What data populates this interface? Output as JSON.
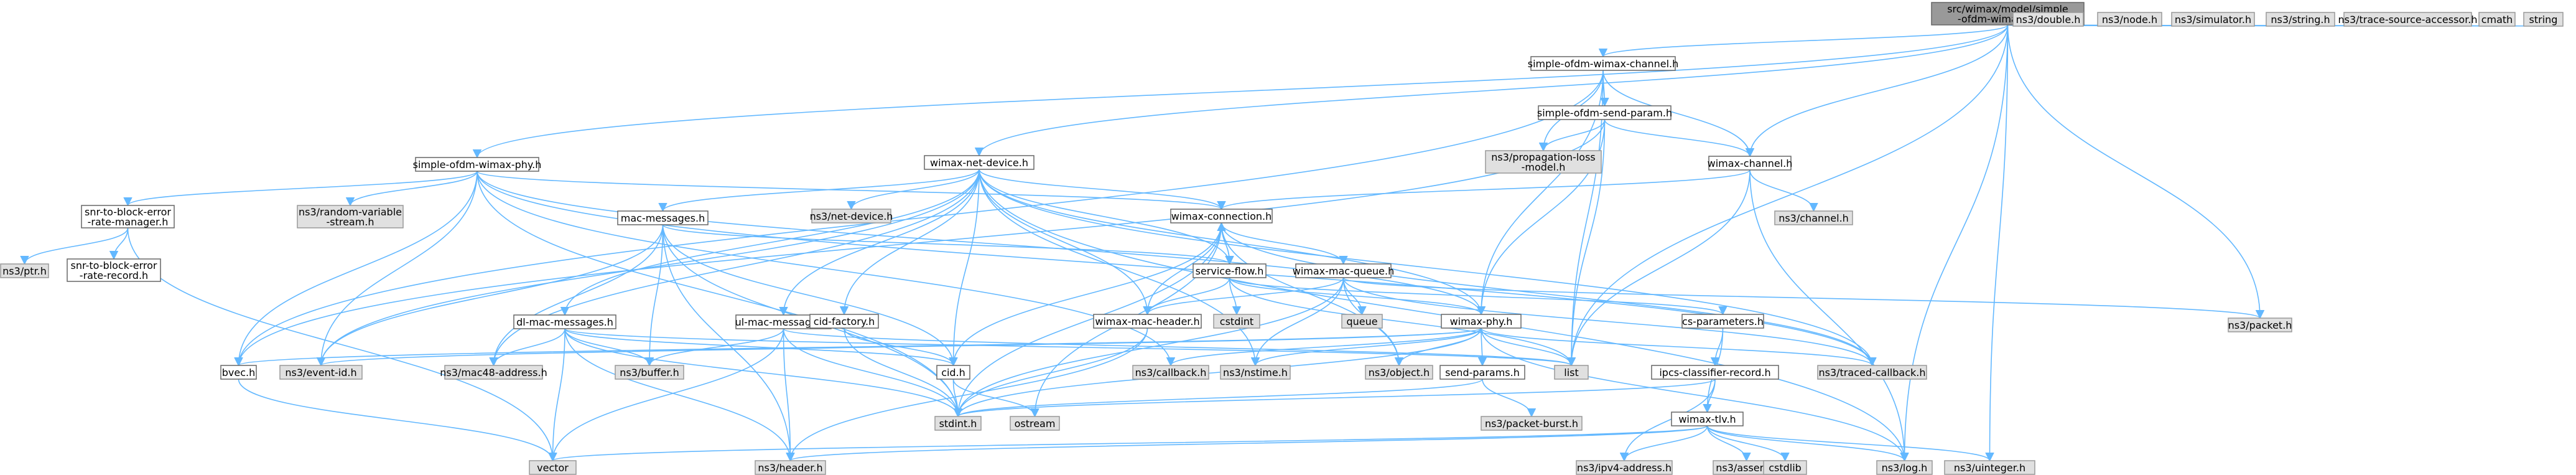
{
  "colors": {
    "edge": "#63b8ff",
    "root_fill": "#999999",
    "external_fill": "#e0e0e0",
    "local_fill": "#ffffff"
  },
  "nodes": {
    "root": [
      "src/wimax/model/simple",
      "-ofdm-wimax-phy.cc"
    ],
    "simple_ofdm_wimax_channel": [
      "simple-ofdm-wimax-channel.h"
    ],
    "ns3_double": [
      "ns3/double.h"
    ],
    "ns3_node": [
      "ns3/node.h"
    ],
    "ns3_simulator": [
      "ns3/simulator.h"
    ],
    "ns3_string": [
      "ns3/string.h"
    ],
    "ns3_trace_source_accessor": [
      "ns3/trace-source-accessor.h"
    ],
    "cmath": [
      "cmath"
    ],
    "string": [
      "string"
    ],
    "simple_ofdm_send_param": [
      "simple-ofdm-send-param.h"
    ],
    "ns3_propagation_loss_model": [
      "ns3/propagation-loss",
      "-model.h"
    ],
    "simple_ofdm_wimax_phy": [
      "simple-ofdm-wimax-phy.h"
    ],
    "wimax_net_device": [
      "wimax-net-device.h"
    ],
    "wimax_channel": [
      "wimax-channel.h"
    ],
    "snr_to_block_error_rate_manager": [
      "snr-to-block-error",
      "-rate-manager.h"
    ],
    "ns3_random_variable_stream": [
      "ns3/random-variable",
      "-stream.h"
    ],
    "ns3_ptr": [
      "ns3/ptr.h"
    ],
    "snr_to_block_error_rate_record": [
      "snr-to-block-error",
      "-rate-record.h"
    ],
    "mac_messages": [
      "mac-messages.h"
    ],
    "ns3_net_device": [
      "ns3/net-device.h"
    ],
    "wimax_connection": [
      "wimax-connection.h"
    ],
    "ns3_channel": [
      "ns3/channel.h"
    ],
    "service_flow": [
      "service-flow.h"
    ],
    "wimax_mac_queue": [
      "wimax-mac-queue.h"
    ],
    "cstdint": [
      "cstdint"
    ],
    "queue": [
      "queue"
    ],
    "ns3_packet": [
      "ns3/packet.h"
    ],
    "dl_mac_messages": [
      "dl-mac-messages.h"
    ],
    "ul_mac_messages": [
      "ul-mac-messages.h"
    ],
    "cid_factory": [
      "cid-factory.h"
    ],
    "wimax_mac_header": [
      "wimax-mac-header.h"
    ],
    "wimax_phy": [
      "wimax-phy.h"
    ],
    "cs_parameters": [
      "cs-parameters.h"
    ],
    "bvec": [
      "bvec.h"
    ],
    "ns3_event_id": [
      "ns3/event-id.h"
    ],
    "ns3_mac48_address": [
      "ns3/mac48-address.h"
    ],
    "ns3_buffer": [
      "ns3/buffer.h"
    ],
    "cid": [
      "cid.h"
    ],
    "ns3_callback": [
      "ns3/callback.h"
    ],
    "ns3_nstime": [
      "ns3/nstime.h"
    ],
    "ns3_object": [
      "ns3/object.h"
    ],
    "list": [
      "list"
    ],
    "ns3_traced_callback": [
      "ns3/traced-callback.h"
    ],
    "send_params": [
      "send-params.h"
    ],
    "ipcs_classifier_record": [
      "ipcs-classifier-record.h"
    ],
    "stdint": [
      "stdint.h"
    ],
    "ostream": [
      "ostream"
    ],
    "ns3_packet_burst": [
      "ns3/packet-burst.h"
    ],
    "wimax_tlv": [
      "wimax-tlv.h"
    ],
    "vector": [
      "vector"
    ],
    "ns3_header": [
      "ns3/header.h"
    ],
    "ns3_ipv4_address": [
      "ns3/ipv4-address.h"
    ],
    "ns3_assert": [
      "ns3/assert.h"
    ],
    "cstdlib": [
      "cstdlib"
    ],
    "ns3_log": [
      "ns3/log.h"
    ],
    "ns3_uinteger": [
      "ns3/uinteger.h"
    ]
  }
}
